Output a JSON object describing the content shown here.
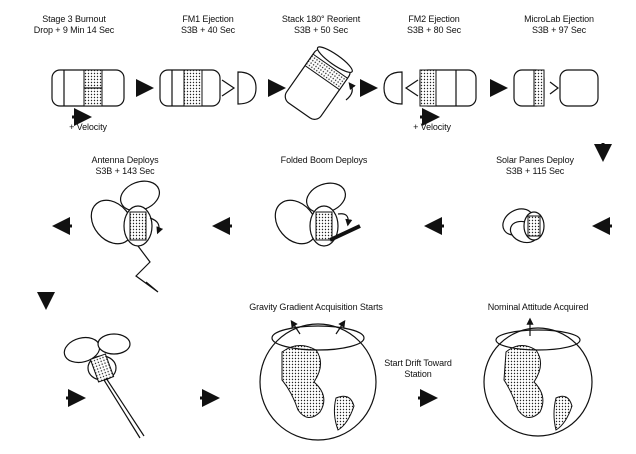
{
  "steps": {
    "s1": {
      "title": "Stage 3 Burnout",
      "time": "Drop + 9 Min 14 Sec"
    },
    "s2": {
      "title": "FM1 Ejection",
      "time": "S3B + 40 Sec"
    },
    "s3": {
      "title": "Stack 180° Reorient",
      "time": "S3B + 50 Sec"
    },
    "s4": {
      "title": "FM2 Ejection",
      "time": "S3B + 80 Sec"
    },
    "s5": {
      "title": "MicroLab Ejection",
      "time": "S3B + 97 Sec"
    },
    "s6": {
      "title": "Solar Panes Deploy",
      "time": "S3B + 115 Sec"
    },
    "s7": {
      "title": "Folded Boom Deploys",
      "time": ""
    },
    "s8": {
      "title": "Antenna Deploys",
      "time": "S3B + 143 Sec"
    },
    "s9": {
      "title": "Gravity Gradient Acquisition Starts",
      "time": ""
    },
    "s10": {
      "title": "Start Drift Toward Station",
      "time": ""
    },
    "s11": {
      "title": "Nominal Attitude Acquired",
      "time": ""
    }
  },
  "velocity_label": "+ Velocity",
  "colors": {
    "ink": "#111111",
    "background": "#ffffff"
  }
}
